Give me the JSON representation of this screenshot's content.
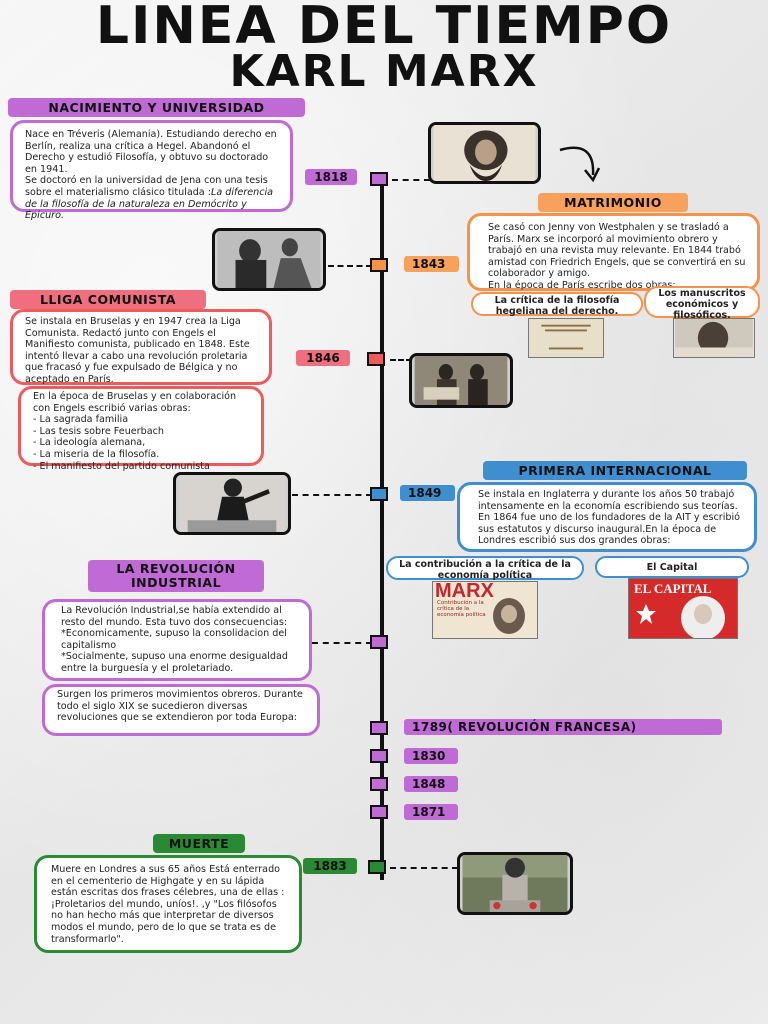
{
  "title": {
    "line1": "LINEA DEL TIEMPO",
    "line2": "KARL MARX"
  },
  "colors": {
    "purple": "#c06ad6",
    "orange": "#f7a15c",
    "pink": "#f06f7f",
    "blue": "#3f8fd0",
    "green": "#2a8a33",
    "red": "#ef5a5a"
  },
  "sections": {
    "nacimiento": {
      "header": "NACIMIENTO Y UNIVERSIDAD",
      "year": "1818",
      "text1": "Nace en Tréveris (Alemania). Estudiando derecho en Berlín, realiza una crítica a Hegel. Abandonó el Derecho y estudió Filosofía, y obtuvo su doctorado en 1941.",
      "text2": "Se doctoró en la universidad de Jena con una tesis sobre el materialismo clásico titulada :",
      "text2_italic": "La diferencia de la filosofía de la naturaleza en Demócrito y Epicuro."
    },
    "matrimonio": {
      "header": "MATRIMONIO",
      "year": "1843",
      "text": "Se casó con Jenny von Westphalen y se trasladó a París. Marx se incorporó al movimiento obrero y trabajó en una revista muy relevante.  En 1844 trabó amistad con Friedrich Engels, que se convertirá en su colaborador y amigo.",
      "text2": "En la época de París escribe dos obras:",
      "work1": "La crítica de la filosofía hegeliana del derecho.",
      "work2": "Los manuscritos económicos y filosóficos."
    },
    "liga": {
      "header": "LLIGA COMUNISTA",
      "year": "1846",
      "text": "Se instala en Bruselas y en 1947 crea la Liga Comunista. Redactó junto con Engels el Manifiesto comunista, publicado en  1848. Este intentó llevar a cabo una revolución proletaria que fracasó y fue expulsado de Bélgica y no aceptado en París.",
      "works_intro": "En la época de Bruselas y en colaboración con Engels escribió varias obras:",
      "works": [
        "- La sagrada familia",
        "- Las tesis sobre Feuerbach",
        "- La ideología alemana,",
        "- La miseria de la filosofía.",
        "- El manifiesto del partido comunista"
      ]
    },
    "internacional": {
      "header": "PRIMERA INTERNACIONAL",
      "year": "1849",
      "text": "Se instala en Inglaterra y durante los años 50 trabajó intensamente en la economía escribiendo sus teorías.",
      "text2": "En 1864 fue uno de los fundadores de la AIT y escribió sus estatutos y discurso inaugural.En la época de Londres escribió sus dos grandes obras:",
      "work1": "La contribución a la crítica de la economía política",
      "work2": "El Capital",
      "cover1_title": "MARX",
      "cover1_sub": "Contribución a la crítica de la economía política",
      "cover2_title": "EL CAPITAL"
    },
    "revolucion": {
      "header1": "LA REVOLUCIÓN",
      "header2": "INDUSTRIAL",
      "text1": "La Revolución Industrial,se había extendido al resto del mundo. Esta tuvo dos consecuencias:",
      "text2": "*Economicamente, supuso la consolidacion del capitalismo",
      "text3": "*Socialmente, supuso una enorme desigualdad entre la burguesía y el proletariado.",
      "text4": "Surgen los primeros movimientos obreros. Durante todo el siglo XIX se sucedieron diversas revoluciones que se extendieron por toda Europa:"
    },
    "revoluciones": [
      "1789( REVOLUCIÓN FRANCESA)",
      "1830",
      "1848",
      "1871"
    ],
    "muerte": {
      "header": "MUERTE",
      "year": "1883",
      "text": "Muere en Londres a sus 65 años Está enterrado en el cementerio de Highgate y en su lápida están escritas dos frases célebres, una de ellas : ¡Proletarios del mundo, uníos!. ,y \"Los filósofos no han hecho más que interpretar de diversos modos el mundo, pero de lo que se trata es de transformarlo\"."
    }
  },
  "images": [
    "marx-portrait",
    "marx-jenny-photo",
    "marx-engels-painting",
    "marx-speech-painting",
    "highgate-tomb-photo",
    "book-cover-hegel",
    "book-cover-manuscritos",
    "book-cover-contribucion",
    "book-cover-el-capital"
  ]
}
